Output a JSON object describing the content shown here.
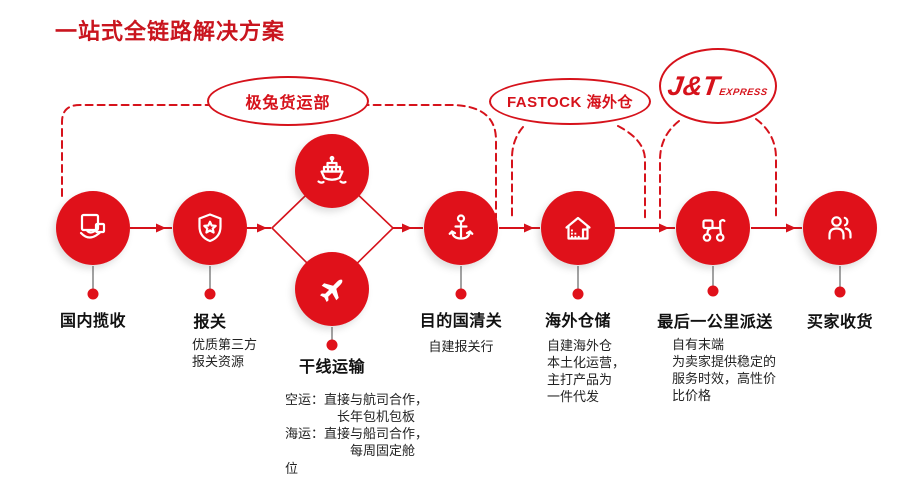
{
  "title": "一站式全链路解决方案",
  "colors": {
    "brand_red": "#E0111A",
    "line_red": "#D6121B",
    "title_red": "#C9151E",
    "stem_gray": "#8b8b8b"
  },
  "brackets": {
    "freight": {
      "label": "极兔货运部"
    },
    "fastock": {
      "label": "FASTOCK 海外仓"
    },
    "jt": {
      "logo_main": "J&T",
      "logo_sub": "EXPRESS"
    }
  },
  "nodes": [
    {
      "label": "国内揽收",
      "icon": "parcel-hand-icon"
    },
    {
      "label": "报关",
      "icon": "shield-star-icon",
      "subtitle": "优质第三方\n报关资源"
    },
    {
      "label": "干线运输",
      "icon_top": "cargo-ship-icon",
      "icon_bottom": "airplane-icon",
      "subtitle": "空运：直接与航司合作，\n　　　　长年包机包板\n海运：直接与船司合作，\n　　　　　每周固定舱\n位"
    },
    {
      "label": "目的国清关",
      "icon": "anchor-icon",
      "subtitle": "自建报关行"
    },
    {
      "label": "海外仓储",
      "icon": "warehouse-icon",
      "subtitle": "自建海外仓\n本土化运营，\n主打产品为\n一件代发"
    },
    {
      "label": "最后一公里派送",
      "icon": "delivery-scooter-icon",
      "subtitle": "自有末端\n为卖家提供稳定的\n服务时效，高性价\n比价格"
    },
    {
      "label": "买家收货",
      "icon": "buyers-icon"
    }
  ]
}
